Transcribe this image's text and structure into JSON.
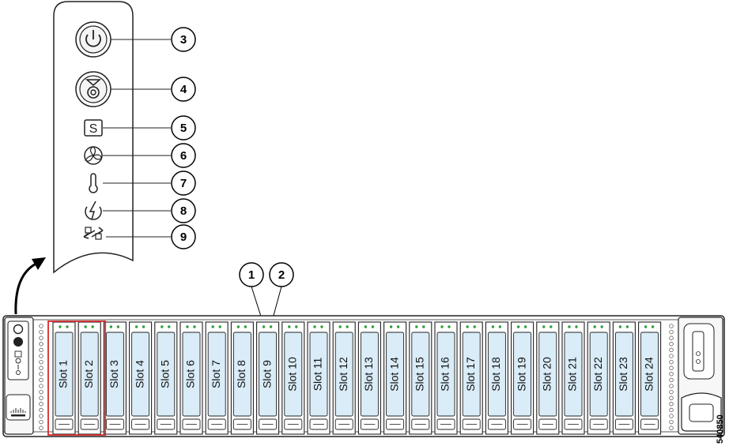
{
  "figure_id": "540850",
  "slots": [
    "Slot 1",
    "Slot 2",
    "Slot 3",
    "Slot 4",
    "Slot 5",
    "Slot 6",
    "Slot 7",
    "Slot 8",
    "Slot 9",
    "Slot 10",
    "Slot 11",
    "Slot 12",
    "Slot 13",
    "Slot 14",
    "Slot 15",
    "Slot 16",
    "Slot 17",
    "Slot 18",
    "Slot 19",
    "Slot 20",
    "Slot 21",
    "Slot 22",
    "Slot 23",
    "Slot 24"
  ],
  "highlighted_slots": [
    "Slot 1",
    "Slot 2"
  ],
  "drive_callouts": [
    "1",
    "2"
  ],
  "panel_callouts": [
    {
      "num": "3",
      "icon": "power-button-icon"
    },
    {
      "num": "4",
      "icon": "unit-identification-button-icon"
    },
    {
      "num": "5",
      "icon": "system-status-led-icon"
    },
    {
      "num": "6",
      "icon": "fan-status-led-icon"
    },
    {
      "num": "7",
      "icon": "temperature-status-led-icon"
    },
    {
      "num": "8",
      "icon": "power-supply-status-led-icon"
    },
    {
      "num": "9",
      "icon": "network-link-activity-led-icon"
    }
  ],
  "colors": {
    "drive_fill": "#d9ecf8",
    "highlight_border": "#d62b2b",
    "led_green": "#2e9e3a",
    "outline": "#222222"
  }
}
